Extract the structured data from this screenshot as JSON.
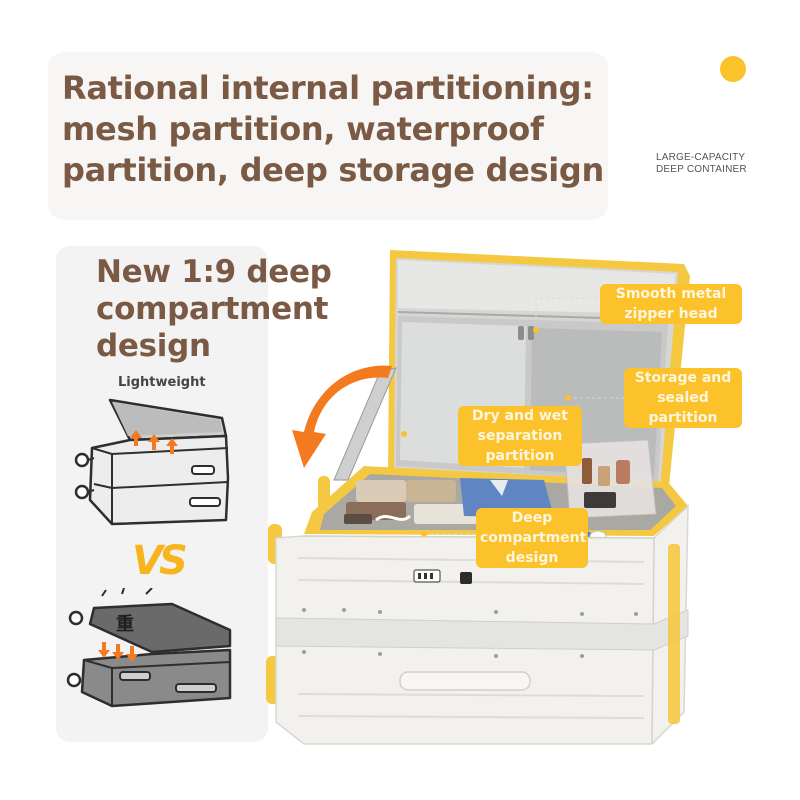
{
  "headline": {
    "line1": "Rational internal partitioning:",
    "line2": "mesh partition, waterproof",
    "line3": "partition, deep storage design"
  },
  "corner_label": {
    "line1": "LARGE-CAPACITY",
    "line2": "DEEP CONTAINER"
  },
  "comparison": {
    "title_line1": "New 1:9 deep",
    "title_line2": "compartment",
    "title_line3": "design",
    "lightweight_label": "Lightweight",
    "vs_label": "VS",
    "heavy_glyph": "重"
  },
  "callouts": {
    "zipper_line1": "Smooth metal",
    "zipper_line2": "zipper head",
    "storage_line1": "Storage and",
    "storage_line2": "sealed",
    "storage_line3": "partition",
    "drywet_line1": "Dry and wet",
    "drywet_line2": "separation",
    "drywet_line3": "partition",
    "deep_line1": "Deep",
    "deep_line2": "compartment",
    "deep_line3": "design"
  },
  "colors": {
    "accent_yellow": "#fbc22c",
    "title_brown": "#7a5a44",
    "arrow_orange": "#f47a1f",
    "case_white": "#f2f1ee"
  }
}
